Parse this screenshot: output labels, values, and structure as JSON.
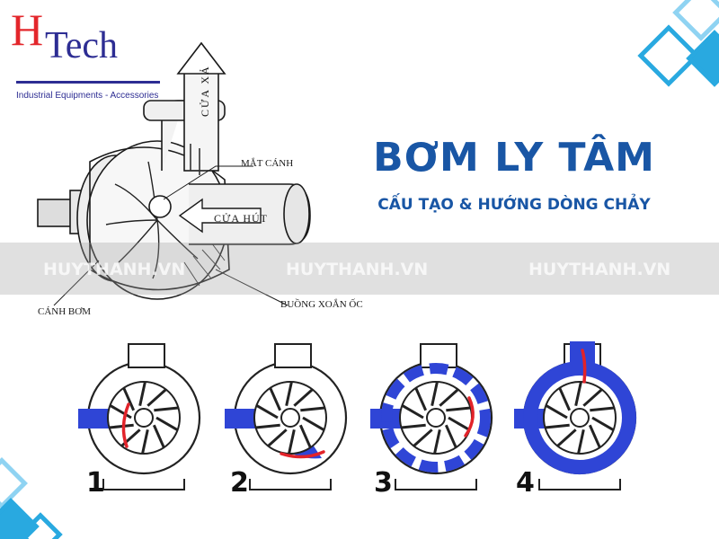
{
  "logo": {
    "letter": "H",
    "word": "Tech",
    "tagline": "Industrial Equipments - Accessories"
  },
  "title": "BƠM LY TÂM",
  "subtitle": "CẤU TẠO & HƯỚNG DÒNG CHẢY",
  "watermark": [
    "HUYTHANH.VN",
    "HUYTHANH.VN",
    "HUYTHANH.VN"
  ],
  "labels": {
    "discharge": "CỬA XẢ",
    "impeller_eye": "MẮT CÁNH",
    "suction": "CỬA HÚT",
    "impeller_blade": "CÁNH BƠM",
    "volute": "BUỒNG XOẮN ỐC"
  },
  "steps": [
    "1",
    "2",
    "3",
    "4"
  ],
  "colors": {
    "title": "#1956a5",
    "logo_red": "#e3262b",
    "logo_blue": "#2d2d93",
    "fluid": "#2f45d6",
    "flow_arrow": "#e2232a",
    "accent": "#29a9e0"
  }
}
